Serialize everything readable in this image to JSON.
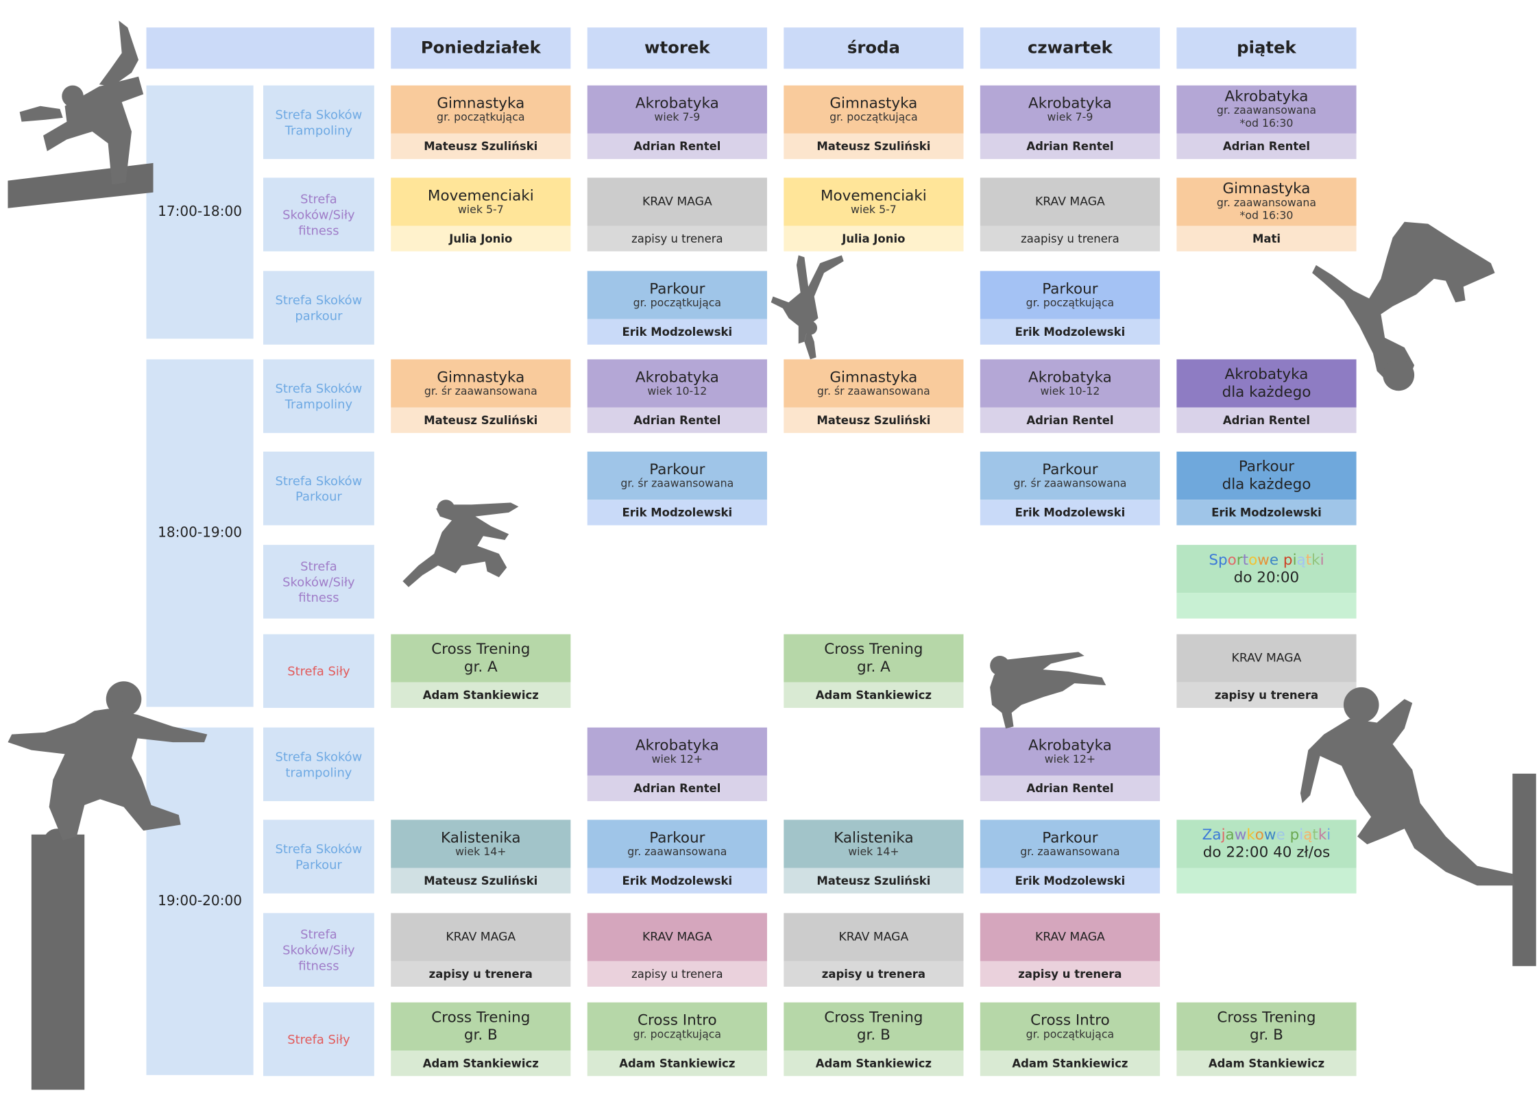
{
  "days": [
    "Poniedziałek",
    "wtorek",
    "środa",
    "czwartek",
    "piątek"
  ],
  "times": [
    "17:00-18:00",
    "18:00-19:00",
    "19:00-20:00"
  ],
  "zones": [
    {
      "lines": [
        "Strefa Skoków",
        "Trampoliny"
      ],
      "color": "blue"
    },
    {
      "lines": [
        "Strefa",
        "Skoków/Siły",
        "fitness"
      ],
      "color": "purple"
    },
    {
      "lines": [
        "Strefa Skoków",
        "parkour"
      ],
      "color": "blue"
    },
    {
      "lines": [
        "Strefa Skoków",
        "Trampoliny"
      ],
      "color": "blue"
    },
    {
      "lines": [
        "Strefa Skoków",
        "Parkour"
      ],
      "color": "blue"
    },
    {
      "lines": [
        "Strefa",
        "Skoków/Siły",
        "fitness"
      ],
      "color": "purple"
    },
    {
      "lines": [
        "Strefa Siły"
      ],
      "color": "red"
    },
    {
      "lines": [
        "Strefa Skoków",
        "trampoliny"
      ],
      "color": "blue"
    },
    {
      "lines": [
        "Strefa Skoków",
        "Parkour"
      ],
      "color": "blue"
    },
    {
      "lines": [
        "Strefa",
        "Skoków/Siły",
        "fitness"
      ],
      "color": "purple"
    },
    {
      "lines": [
        "Strefa Siły"
      ],
      "color": "red"
    }
  ],
  "cells": [
    {
      "row": 0,
      "day": 0,
      "title": "Gimnastyka",
      "lines": [
        "gr. początkująca"
      ],
      "footer": "Mateusz Szuliński",
      "top_color": "#f9cb9c",
      "bot_color": "#fce5cd"
    },
    {
      "row": 0,
      "day": 1,
      "title": "Akrobatyka",
      "lines": [
        "wiek 7-9"
      ],
      "footer": "Adrian Rentel",
      "top_color": "#b4a7d6",
      "bot_color": "#d9d2e9"
    },
    {
      "row": 0,
      "day": 2,
      "title": "Gimnastyka",
      "lines": [
        "gr. początkująca"
      ],
      "footer": "Mateusz Szuliński",
      "top_color": "#f9cb9c",
      "bot_color": "#fce5cd"
    },
    {
      "row": 0,
      "day": 3,
      "title": "Akrobatyka",
      "lines": [
        "wiek 7-9"
      ],
      "footer": "Adrian Rentel",
      "top_color": "#b4a7d6",
      "bot_color": "#d9d2e9"
    },
    {
      "row": 0,
      "day": 4,
      "title": "Akrobatyka",
      "lines": [
        "gr. zaawansowana",
        "*od 16:30"
      ],
      "footer": "Adrian Rentel",
      "top_color": "#b4a7d6",
      "bot_color": "#d9d2e9"
    },
    {
      "row": 1,
      "day": 0,
      "title": "Movemenciaki",
      "lines": [
        "wiek 5-7"
      ],
      "footer": "Julia Jonio",
      "top_color": "#ffe599",
      "bot_color": "#fff2cc"
    },
    {
      "row": 1,
      "day": 1,
      "title": "KRAV MAGA",
      "small": true,
      "lines": [],
      "footer": "zapisy u trenera",
      "footer_normal": true,
      "top_color": "#cccccc",
      "bot_color": "#d9d9d9"
    },
    {
      "row": 1,
      "day": 2,
      "title": "Movemenciaki",
      "lines": [
        "wiek 5-7"
      ],
      "footer": "Julia Jonio",
      "top_color": "#ffe599",
      "bot_color": "#fff2cc"
    },
    {
      "row": 1,
      "day": 3,
      "title": "KRAV MAGA",
      "small": true,
      "lines": [],
      "footer": "zaapisy u trenera",
      "footer_normal": true,
      "top_color": "#cccccc",
      "bot_color": "#d9d9d9"
    },
    {
      "row": 1,
      "day": 4,
      "title": "Gimnastyka",
      "lines": [
        "gr. zaawansowana",
        "*od 16:30"
      ],
      "footer": "Mati",
      "top_color": "#f9cb9c",
      "bot_color": "#fce5cd"
    },
    {
      "row": 2,
      "day": 1,
      "title": "Parkour",
      "lines": [
        "gr. początkująca"
      ],
      "footer": "Erik Modzolewski",
      "top_color": "#9fc5e8",
      "bot_color": "#c9daf8"
    },
    {
      "row": 2,
      "day": 3,
      "title": "Parkour",
      "lines": [
        "gr. początkująca"
      ],
      "footer": "Erik Modzolewski",
      "top_color": "#a4c2f4",
      "bot_color": "#c9daf8"
    },
    {
      "row": 3,
      "day": 0,
      "title": "Gimnastyka",
      "lines": [
        "gr. śr zaawansowana"
      ],
      "footer": "Mateusz Szuliński",
      "top_color": "#f9cb9c",
      "bot_color": "#fce5cd"
    },
    {
      "row": 3,
      "day": 1,
      "title": "Akrobatyka",
      "lines": [
        "wiek 10-12"
      ],
      "footer": "Adrian Rentel",
      "top_color": "#b4a7d6",
      "bot_color": "#d9d2e9"
    },
    {
      "row": 3,
      "day": 2,
      "title": "Gimnastyka",
      "lines": [
        "gr. śr zaawansowana"
      ],
      "footer": "Mateusz Szuliński",
      "top_color": "#f9cb9c",
      "bot_color": "#fce5cd"
    },
    {
      "row": 3,
      "day": 3,
      "title": "Akrobatyka",
      "lines": [
        "wiek 10-12"
      ],
      "footer": "Adrian Rentel",
      "top_color": "#b4a7d6",
      "bot_color": "#d9d2e9"
    },
    {
      "row": 3,
      "day": 4,
      "title": "Akrobatyka",
      "lines": [
        "dla każdego"
      ],
      "big_lines": true,
      "footer": "Adrian Rentel",
      "top_color": "#8e7cc3",
      "bot_color": "#d9d2e9"
    },
    {
      "row": 4,
      "day": 1,
      "title": "Parkour",
      "lines": [
        "gr. śr zaawansowana"
      ],
      "footer": "Erik Modzolewski",
      "top_color": "#9fc5e8",
      "bot_color": "#c9daf8"
    },
    {
      "row": 4,
      "day": 3,
      "title": "Parkour",
      "lines": [
        "gr. śr zaawansowana"
      ],
      "footer": "Erik Modzolewski",
      "top_color": "#9fc5e8",
      "bot_color": "#c9daf8"
    },
    {
      "row": 4,
      "day": 4,
      "title": "Parkour",
      "lines": [
        "dla każdego"
      ],
      "big_lines": true,
      "footer": "Erik Modzolewski",
      "top_color": "#6fa8dc",
      "bot_color": "#9fc5e8"
    },
    {
      "row": 5,
      "day": 4,
      "title": "Sportowe piątki",
      "rainbow": true,
      "lines": [
        "do 20:00"
      ],
      "big_lines": true,
      "footer": "",
      "top_color": "#b6e5c2",
      "bot_color": "#c8f0d3"
    },
    {
      "row": 6,
      "day": 0,
      "title": "Cross Trening",
      "lines": [
        "gr. A"
      ],
      "big_lines": true,
      "footer": "Adam Stankiewicz",
      "top_color": "#b6d7a8",
      "bot_color": "#d9ead3"
    },
    {
      "row": 6,
      "day": 2,
      "title": "Cross Trening",
      "lines": [
        "gr. A"
      ],
      "big_lines": true,
      "footer": "Adam Stankiewicz",
      "top_color": "#b6d7a8",
      "bot_color": "#d9ead3"
    },
    {
      "row": 6,
      "day": 4,
      "title": "KRAV MAGA",
      "small": true,
      "lines": [],
      "footer": "zapisy u trenera",
      "top_color": "#cccccc",
      "bot_color": "#d9d9d9"
    },
    {
      "row": 7,
      "day": 1,
      "title": "Akrobatyka",
      "lines": [
        "wiek 12+"
      ],
      "footer": "Adrian Rentel",
      "top_color": "#b4a7d6",
      "bot_color": "#d9d2e9"
    },
    {
      "row": 7,
      "day": 3,
      "title": "Akrobatyka",
      "lines": [
        "wiek 12+"
      ],
      "footer": "Adrian Rentel",
      "top_color": "#b4a7d6",
      "bot_color": "#d9d2e9"
    },
    {
      "row": 8,
      "day": 0,
      "title": "Kalistenika",
      "lines": [
        "wiek 14+"
      ],
      "footer": "Mateusz Szuliński",
      "top_color": "#a2c4c9",
      "bot_color": "#d0e0e3"
    },
    {
      "row": 8,
      "day": 1,
      "title": "Parkour",
      "lines": [
        "gr. zaawansowana"
      ],
      "footer": "Erik Modzolewski",
      "top_color": "#9fc5e8",
      "bot_color": "#c9daf8"
    },
    {
      "row": 8,
      "day": 2,
      "title": "Kalistenika",
      "lines": [
        "wiek 14+"
      ],
      "footer": "Mateusz Szuliński",
      "top_color": "#a2c4c9",
      "bot_color": "#d0e0e3"
    },
    {
      "row": 8,
      "day": 3,
      "title": "Parkour",
      "lines": [
        "gr. zaawansowana"
      ],
      "footer": "Erik Modzolewski",
      "top_color": "#9fc5e8",
      "bot_color": "#c9daf8"
    },
    {
      "row": 8,
      "day": 4,
      "title": "Zajawkowe piątki",
      "rainbow": true,
      "lines": [
        "do 22:00 40 zł/os"
      ],
      "big_lines": true,
      "footer": "",
      "top_color": "#b6e5c2",
      "bot_color": "#c8f0d3"
    },
    {
      "row": 9,
      "day": 0,
      "title": "KRAV MAGA",
      "small": true,
      "lines": [],
      "footer": "zapisy u trenera",
      "top_color": "#cccccc",
      "bot_color": "#d9d9d9"
    },
    {
      "row": 9,
      "day": 1,
      "title": "KRAV MAGA",
      "small": true,
      "lines": [],
      "footer": "zapisy u trenera",
      "footer_normal": true,
      "top_color": "#d5a6bd",
      "bot_color": "#ead1dc"
    },
    {
      "row": 9,
      "day": 2,
      "title": "KRAV MAGA",
      "small": true,
      "lines": [],
      "footer": "zapisy u trenera",
      "top_color": "#cccccc",
      "bot_color": "#d9d9d9"
    },
    {
      "row": 9,
      "day": 3,
      "title": "KRAV MAGA",
      "small": true,
      "lines": [],
      "footer": "zapisy u trenera",
      "top_color": "#d5a6bd",
      "bot_color": "#ead1dc"
    },
    {
      "row": 10,
      "day": 0,
      "title": "Cross Trening",
      "lines": [
        "gr. B"
      ],
      "big_lines": true,
      "footer": "Adam Stankiewicz",
      "top_color": "#b6d7a8",
      "bot_color": "#d9ead3"
    },
    {
      "row": 10,
      "day": 1,
      "title": "Cross Intro",
      "lines": [
        "gr. początkująca"
      ],
      "footer": "Adam Stankiewicz",
      "top_color": "#b6d7a8",
      "bot_color": "#d9ead3"
    },
    {
      "row": 10,
      "day": 2,
      "title": "Cross Trening",
      "lines": [
        "gr. B"
      ],
      "big_lines": true,
      "footer": "Adam Stankiewicz",
      "top_color": "#b6d7a8",
      "bot_color": "#d9ead3"
    },
    {
      "row": 10,
      "day": 3,
      "title": "Cross Intro",
      "lines": [
        "gr. początkująca"
      ],
      "footer": "Adam Stankiewicz",
      "top_color": "#b6d7a8",
      "bot_color": "#d9ead3"
    },
    {
      "row": 10,
      "day": 4,
      "title": "Cross Trening",
      "lines": [
        "gr. B"
      ],
      "big_lines": true,
      "footer": "Adam Stankiewicz",
      "top_color": "#b6d7a8",
      "bot_color": "#d9ead3"
    }
  ],
  "rainbow_colors": [
    "#3c78d8",
    "#3c78d8",
    "#e06666",
    "#6aa84f",
    "#8e7cc3",
    "#f1c232",
    "#e69138",
    "#3d85c6",
    "#9fc5e8",
    "#cc4125",
    "#6aa84f",
    "#a4c2f4",
    "#f6b26b",
    "#93c47d",
    "#c27ba0",
    "#6fa8dc"
  ],
  "decor_icons": [
    "parkour-runner-icon",
    "handstand-icon",
    "backflip-icon",
    "jumper-icon",
    "vault-icon",
    "slide-jump-icon",
    "wall-climber-icon"
  ]
}
